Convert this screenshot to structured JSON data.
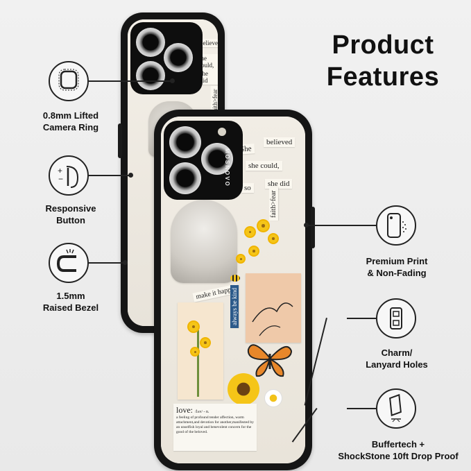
{
  "header": {
    "line1": "Product",
    "line2": "Features"
  },
  "features_left": [
    {
      "id": "camera-ring",
      "line1": "0.8mm Lifted",
      "line2": "Camera Ring",
      "icon": "camera-ring-icon"
    },
    {
      "id": "responsive-button",
      "line1": "Responsive",
      "line2": "Button",
      "icon": "side-button-icon"
    },
    {
      "id": "raised-bezel",
      "line1": "1.5mm",
      "line2": "Raised Bezel",
      "icon": "bezel-icon"
    }
  ],
  "features_right": [
    {
      "id": "premium-print",
      "line1": "Premium Print",
      "line2": "& Non-Fading",
      "icon": "print-phone-icon"
    },
    {
      "id": "lanyard-holes",
      "line1": "Charm/",
      "line2": "Lanyard Holes",
      "icon": "lanyard-hole-icon"
    },
    {
      "id": "drop-proof",
      "line1": "Buffertech +",
      "line2": "ShockStone 10ft Drop Proof",
      "icon": "drop-proof-icon"
    }
  ],
  "case_print": {
    "brand": "MOSNOVO",
    "words": [
      "She",
      "believed",
      "she could,",
      "so",
      "she did",
      "faith>fear",
      "make it happy",
      "always be kind"
    ],
    "love_title": "love:",
    "love_pos": "/lʌv/ - n.",
    "love_def": "a feeling of profound tender affection, warm attachment,and devotion for another,manifested by an unselfish loyal and benevolent concern for the good of the beloved."
  },
  "colors": {
    "case_frame": "#151515",
    "background": "#ececec",
    "flower": "#f5c518",
    "butterfly": "#e8872a"
  }
}
